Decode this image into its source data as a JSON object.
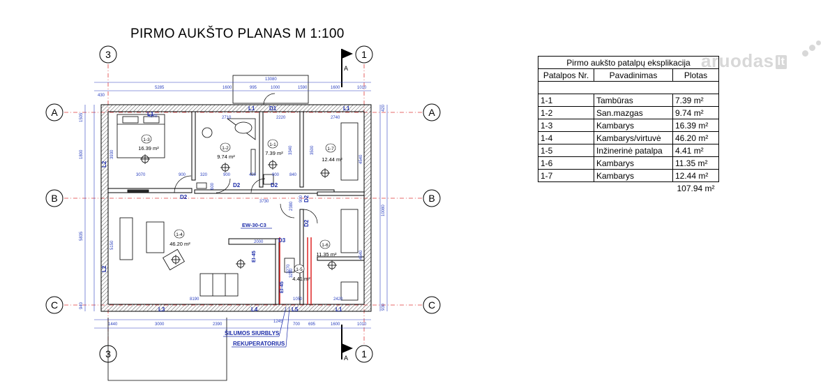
{
  "title": "PIRMO AUKŠTO PLANAS M  1:100",
  "watermark": {
    "brand": "aruodas",
    "tld": "lt"
  },
  "axes": {
    "top": [
      "3",
      "1"
    ],
    "bottom": [
      "3",
      "1"
    ],
    "left": [
      "A",
      "B",
      "C"
    ],
    "right": [
      "A",
      "B",
      "C"
    ],
    "section": "A"
  },
  "explication": {
    "title": "Pirmo aukšto patalpų eksplikacija",
    "headers": [
      "Patalpos Nr.",
      "Pavadinimas",
      "Plotas"
    ],
    "rows": [
      {
        "nr": "1-1",
        "name": "Tambūras",
        "area": "7.39 m²"
      },
      {
        "nr": "1-2",
        "name": "San.mazgas",
        "area": "9.74 m²"
      },
      {
        "nr": "1-3",
        "name": "Kambarys",
        "area": "16.39 m²"
      },
      {
        "nr": "1-4",
        "name": "Kambarys/virtuvė",
        "area": "46.20 m²"
      },
      {
        "nr": "1-5",
        "name": "Inžinerinė patalpa",
        "area": "4.41 m²"
      },
      {
        "nr": "1-6",
        "name": "Kambarys",
        "area": "11.35 m²"
      },
      {
        "nr": "1-7",
        "name": "Kambarys",
        "area": "12.44 m²"
      }
    ],
    "total": "107.94 m²"
  },
  "rooms": [
    {
      "nr": "1-3",
      "area": "16.39 m²"
    },
    {
      "nr": "1-2",
      "area": "9.74 m²"
    },
    {
      "nr": "1-1",
      "area": "7.39 m²"
    },
    {
      "nr": "1-7",
      "area": "12.44 m²"
    },
    {
      "nr": "1-4",
      "area": "46.20 m²"
    },
    {
      "nr": "1-6",
      "area": "11.35 m²"
    },
    {
      "nr": "1-5",
      "area": "4.41 m²"
    }
  ],
  "dims_top_outer": [
    "430",
    "5285",
    "1600",
    "995",
    "1000",
    "1590",
    "1600",
    "1010"
  ],
  "dims_top_overall": "13080",
  "dims_bottom": [
    "1440",
    "3000",
    "2390",
    "1245",
    "700",
    "695",
    "1600",
    "1010"
  ],
  "dims_left": [
    "1505",
    "1800",
    "5835",
    "940"
  ],
  "dims_right": [
    "420",
    "10080",
    "930"
  ],
  "dims_inner": [
    "4170",
    "2710",
    "2220",
    "2740",
    "3070",
    "900",
    "320",
    "900",
    "420",
    "900",
    "840",
    "3730",
    "600",
    "2000",
    "3280",
    "3270",
    "8190",
    "1050",
    "2420",
    "3930",
    "5150",
    "3340",
    "3500",
    "4540",
    "2380",
    "900",
    "4540"
  ],
  "labels": {
    "l1": "L1",
    "l2": "L2",
    "l3": "L3",
    "l4": "L4",
    "l5": "L5",
    "d1": "D1",
    "d2": "D2",
    "d3": "D3",
    "ew": "EW-30-C3",
    "ei45": "EI-45",
    "heatpump": "ŠILUMOS SIURBLYS",
    "recuperator": "REKUPERATORIUS"
  }
}
